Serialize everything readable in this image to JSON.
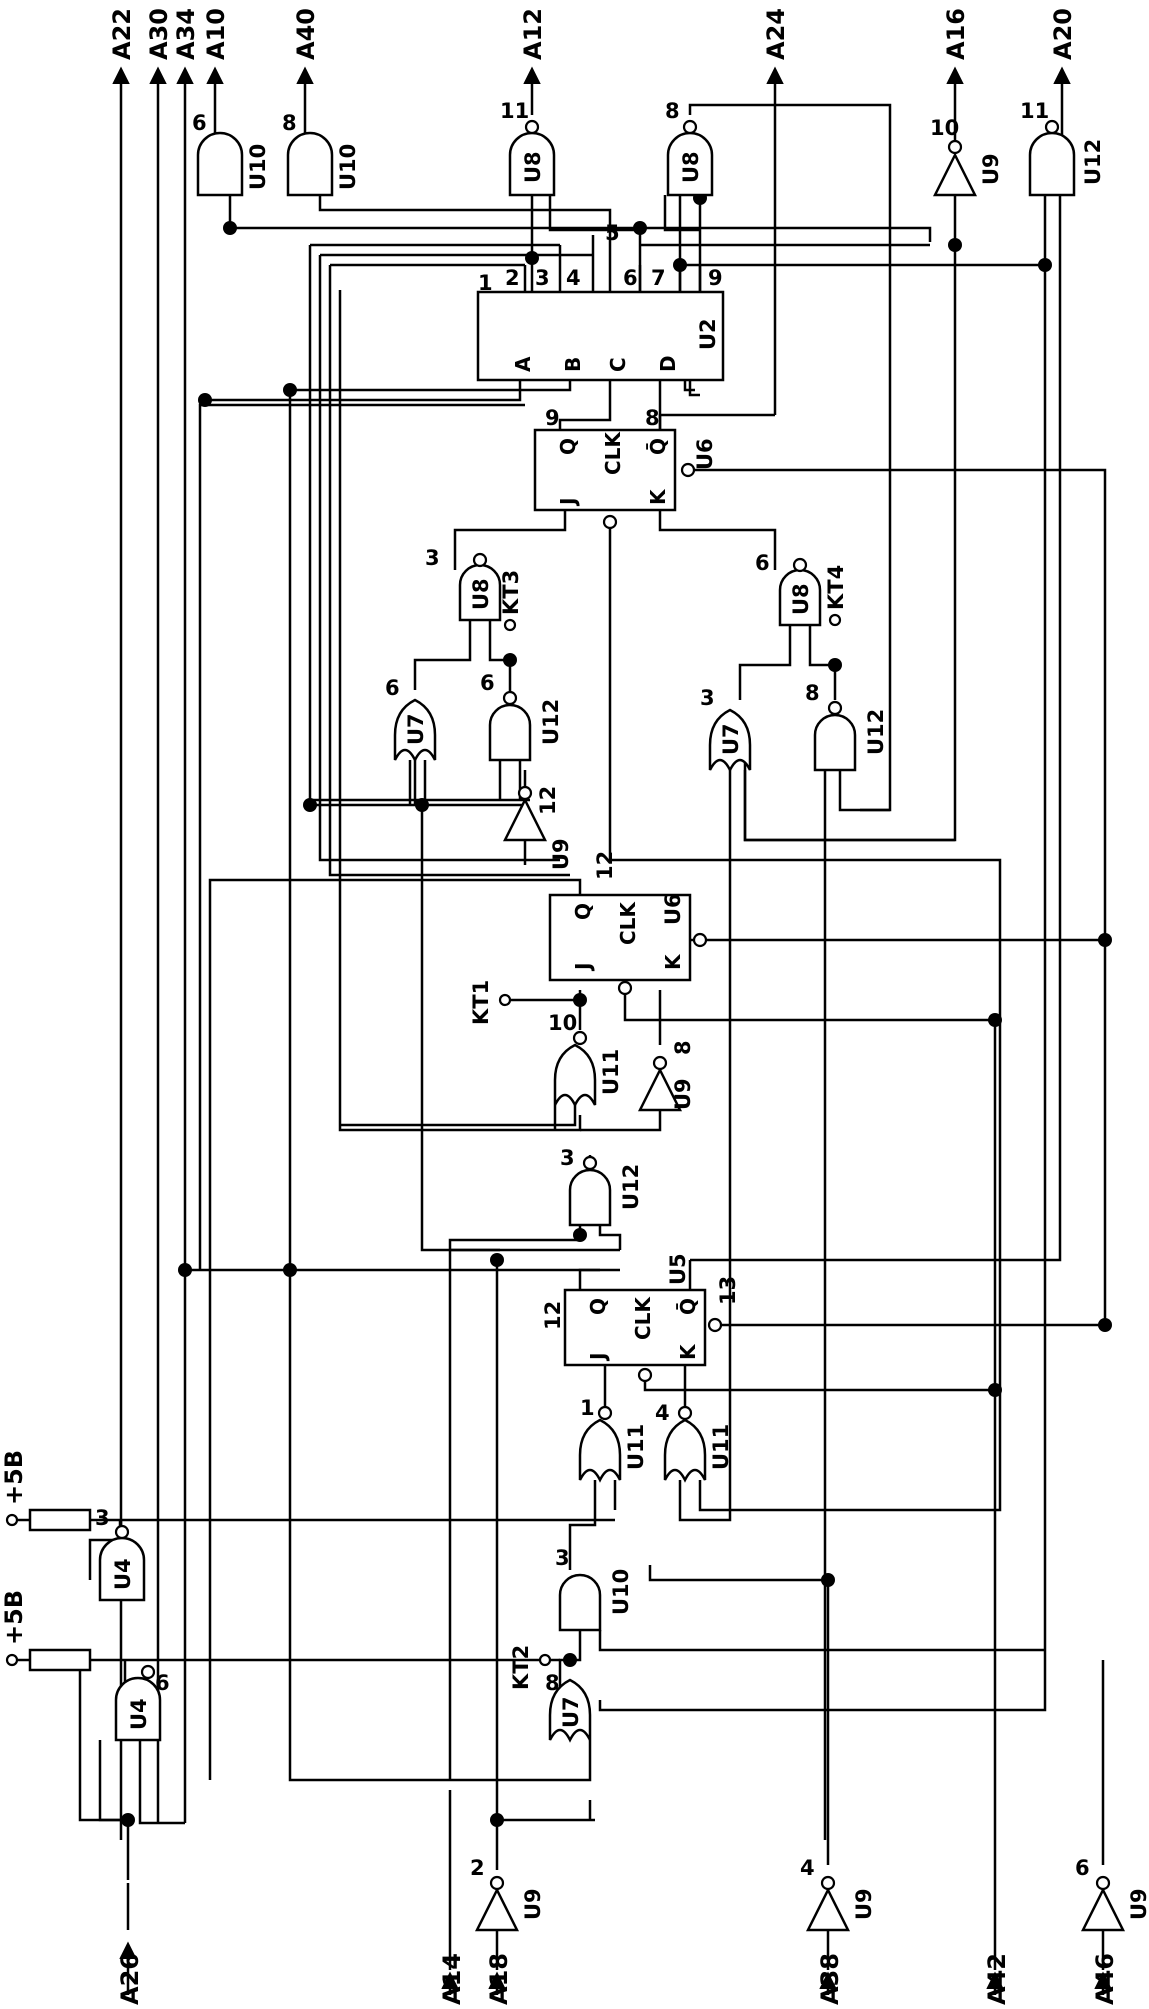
{
  "port_labels": {
    "a22": "A22",
    "a30": "A30",
    "a34": "A34",
    "a10": "A10",
    "a40": "A40",
    "a12": "A12",
    "a24": "A24",
    "a16": "A16",
    "a20": "A20",
    "a26": "A26",
    "a14": "A14",
    "a18": "A18",
    "a38": "A38",
    "a42": "A42",
    "a46": "A46"
  },
  "supply_labels": {
    "top": "+5B",
    "bottom": "+5B"
  },
  "test_points": {
    "kt1": "KT1",
    "kt2": "KT2",
    "kt3": "KT3",
    "kt4": "KT4"
  },
  "chips": {
    "u2_ref": "U2",
    "u2_pins": [
      "1",
      "2",
      "3",
      "4",
      "5",
      "6",
      "7",
      "9"
    ],
    "u2_inputs": [
      "A",
      "B",
      "C",
      "D"
    ],
    "u6_ref": "U6",
    "u5_ref": "U5",
    "ff_pins": {
      "q": "Q",
      "clk": "CLK",
      "qbar": "Q̄",
      "j": "J",
      "k": "K"
    },
    "ff_top_pins": {
      "q": "9",
      "qbar": "8"
    },
    "ff_mid_pins": {
      "q": "12"
    },
    "ff_bot_pins": {
      "q": "12",
      "qbar": "13"
    }
  },
  "gates": [
    {
      "id": "u10a",
      "ref": "U10",
      "pin": "6"
    },
    {
      "id": "u10b",
      "ref": "U10",
      "pin": "8"
    },
    {
      "id": "u8a",
      "ref": "U8",
      "pin": "11"
    },
    {
      "id": "u8b",
      "ref": "U8",
      "pin": "8"
    },
    {
      "id": "u9a",
      "ref": "U9",
      "pin": "10"
    },
    {
      "id": "u12a",
      "ref": "U12",
      "pin": "11"
    },
    {
      "id": "u8c",
      "ref": "U8",
      "pin": "3"
    },
    {
      "id": "u8d",
      "ref": "U8",
      "pin": "6"
    },
    {
      "id": "u7a",
      "ref": "U7",
      "pin": "6"
    },
    {
      "id": "u12b",
      "ref": "U12",
      "pin": "6"
    },
    {
      "id": "u9b",
      "ref": "U9",
      "pin": "12"
    },
    {
      "id": "u7b",
      "ref": "U7",
      "pin": "3"
    },
    {
      "id": "u12c",
      "ref": "U12",
      "pin": "8"
    },
    {
      "id": "u11a",
      "ref": "U11",
      "pin": "10"
    },
    {
      "id": "u9c",
      "ref": "U9",
      "pin": "8"
    },
    {
      "id": "u12d",
      "ref": "U12",
      "pin": "3"
    },
    {
      "id": "u11b",
      "ref": "U11",
      "pin": "1"
    },
    {
      "id": "u11c",
      "ref": "U11",
      "pin": "4"
    },
    {
      "id": "u10c",
      "ref": "U10",
      "pin": "3"
    },
    {
      "id": "u7c",
      "ref": "U7",
      "pin": "8"
    },
    {
      "id": "u4a",
      "ref": "U4",
      "pin": "3"
    },
    {
      "id": "u4b",
      "ref": "U4",
      "pin": "6"
    },
    {
      "id": "u9d",
      "ref": "U9",
      "pin": "2"
    },
    {
      "id": "u9e",
      "ref": "U9",
      "pin": "4"
    },
    {
      "id": "u9f",
      "ref": "U9",
      "pin": "6"
    }
  ]
}
